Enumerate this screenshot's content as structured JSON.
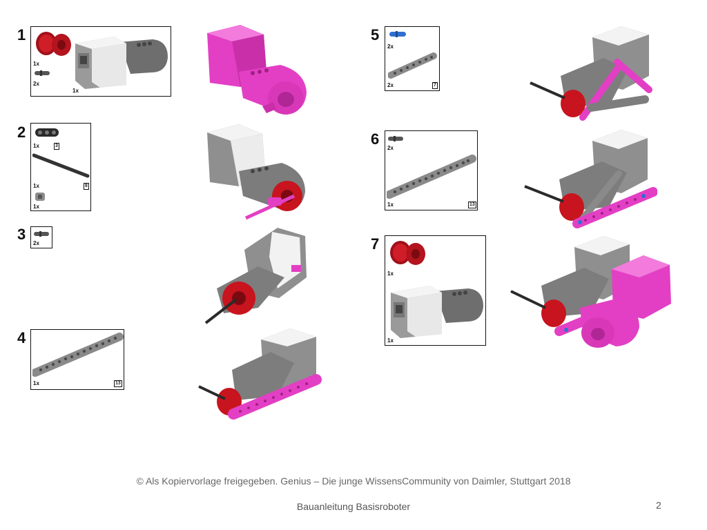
{
  "colors": {
    "magenta": "#e33fc4",
    "gray": "#8a8a8a",
    "dark_gray": "#5a5a5a",
    "white_part": "#f2f2f2",
    "red": "#c8141e",
    "blue": "#2f6fd1",
    "black": "#2a2a2a"
  },
  "steps": [
    {
      "number": "1",
      "qty": [
        "1x",
        "2x",
        "1x"
      ]
    },
    {
      "number": "2",
      "qty": [
        "1x",
        "1x",
        "1x"
      ],
      "len": [
        "3",
        "8"
      ]
    },
    {
      "number": "3",
      "qty": [
        "2x"
      ]
    },
    {
      "number": "4",
      "qty": [
        "1x"
      ],
      "len": [
        "13"
      ]
    },
    {
      "number": "5",
      "qty": [
        "2x",
        "2x"
      ],
      "len": [
        "7"
      ]
    },
    {
      "number": "6",
      "qty": [
        "2x",
        "1x"
      ],
      "len": [
        "13"
      ]
    },
    {
      "number": "7",
      "qty": [
        "1x",
        "1x"
      ]
    }
  ],
  "footer": {
    "copyright": "© Als Kopiervorlage freigegeben. Genius – Die junge WissensCommunity von Daimler, Stuttgart 2018",
    "title": "Bauanleitung Basisroboter",
    "page": "2"
  }
}
